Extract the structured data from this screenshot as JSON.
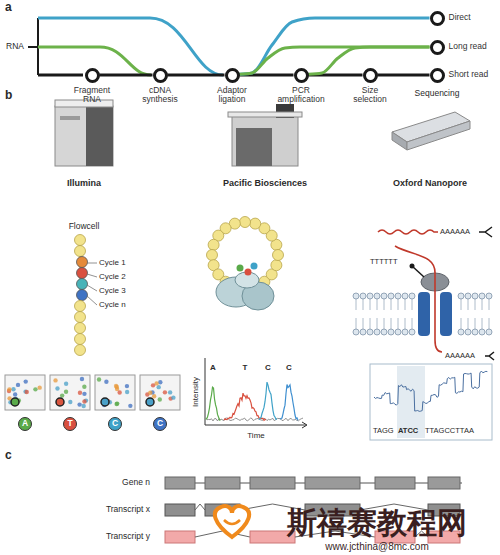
{
  "diagram": {
    "nodes": [
      {
        "text": [
          "Fragment RNA"
        ]
      },
      {
        "text": [
          "cDNA synthesis"
        ]
      },
      {
        "text": [
          "Adaptor ligation"
        ]
      },
      {
        "text": [
          "PCR amplification"
        ]
      },
      {
        "text": [
          "Size selection"
        ]
      },
      {
        "text": [
          "Direct"
        ]
      },
      {
        "text": [
          "Long read"
        ]
      },
      {
        "text": [
          "Short read"
        ]
      },
      {
        "text": [
          "A"
        ]
      },
      {
        "text": [
          "T"
        ]
      },
      {
        "text": [
          "C"
        ]
      },
      {
        "text": [
          "C"
        ]
      }
    ],
    "edges": [
      {
        "from": 0,
        "to": 1,
        "arrow": "none"
      },
      {
        "from": 1,
        "to": 2,
        "arrow": "none"
      },
      {
        "from": 2,
        "to": 3,
        "arrow": "none"
      },
      {
        "from": 3,
        "to": 4,
        "arrow": "none"
      },
      {
        "from": 4,
        "to": 7,
        "arrow": "none"
      },
      {
        "from": 2,
        "to": 5,
        "arrow": "none"
      },
      {
        "from": 2,
        "to": 6,
        "arrow": "none"
      },
      {
        "from": 3,
        "to": 6,
        "arrow": "none"
      }
    ],
    "labels": [
      "a",
      "RNA",
      "Sequencing",
      "b",
      "Illumina",
      "Pacific Biosciences",
      "Oxford Nanopore",
      "Flowcell",
      "Cycle 1",
      "Cycle 2",
      "Cycle 3",
      "Cycle n",
      "A",
      "T",
      "C",
      "C",
      "Intensity",
      "Time",
      "AAAAAA",
      "TTTTTT",
      "AAAAAA",
      "TAGG",
      "ATCC",
      "TTAGCCTTAA",
      "c",
      "Gene n",
      "Transcript x",
      "Transcript y",
      "斯禧赛教程网",
      "www.jcthina@8mc.com"
    ]
  }
}
